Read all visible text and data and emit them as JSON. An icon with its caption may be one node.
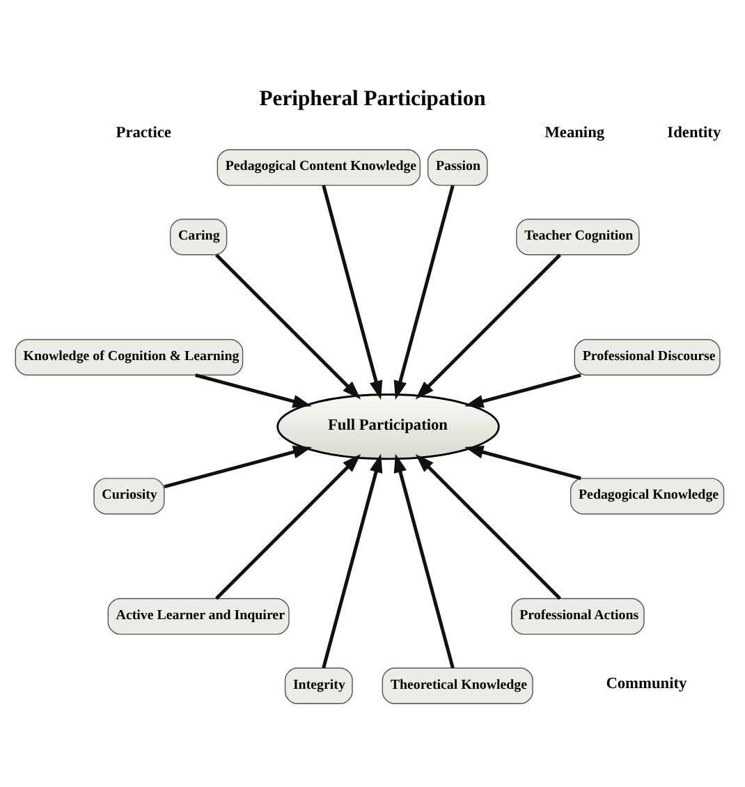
{
  "diagram": {
    "title": "Peripheral Participation",
    "nodes": [
      {
        "text": [
          "Professional Discourse"
        ]
      },
      {
        "text": [
          "Teacher Cognition"
        ]
      },
      {
        "text": [
          "Passion"
        ]
      },
      {
        "text": [
          "Pedagogical Content Knowledge"
        ]
      },
      {
        "text": [
          "Caring"
        ]
      },
      {
        "text": [
          "Knowledge of Cognition & Learning"
        ]
      },
      {
        "text": [
          "Full Participation"
        ]
      },
      {
        "text": [
          "Curiosity"
        ]
      },
      {
        "text": [
          "Active Learner and Inquirer"
        ]
      },
      {
        "text": [
          "Integrity"
        ]
      },
      {
        "text": [
          "Theoretical Knowledge"
        ]
      },
      {
        "text": [
          "Professional Actions"
        ]
      },
      {
        "text": [
          "Pedagogical Knowledge"
        ]
      }
    ],
    "edges": [
      {
        "from": 0,
        "to": 6,
        "arrow": "to"
      },
      {
        "from": 1,
        "to": 6,
        "arrow": "to"
      },
      {
        "from": 2,
        "to": 6,
        "arrow": "to"
      },
      {
        "from": 3,
        "to": 6,
        "arrow": "to"
      },
      {
        "from": 4,
        "to": 6,
        "arrow": "to"
      },
      {
        "from": 5,
        "to": 6,
        "arrow": "to"
      },
      {
        "from": 7,
        "to": 6,
        "arrow": "to"
      },
      {
        "from": 8,
        "to": 6,
        "arrow": "to"
      },
      {
        "from": 9,
        "to": 6,
        "arrow": "to"
      },
      {
        "from": 10,
        "to": 6,
        "arrow": "to"
      },
      {
        "from": 11,
        "to": 6,
        "arrow": "to"
      },
      {
        "from": 12,
        "to": 6,
        "arrow": "to"
      }
    ],
    "labels": [
      "Identity",
      "Meaning",
      "Practice",
      "Community"
    ]
  }
}
